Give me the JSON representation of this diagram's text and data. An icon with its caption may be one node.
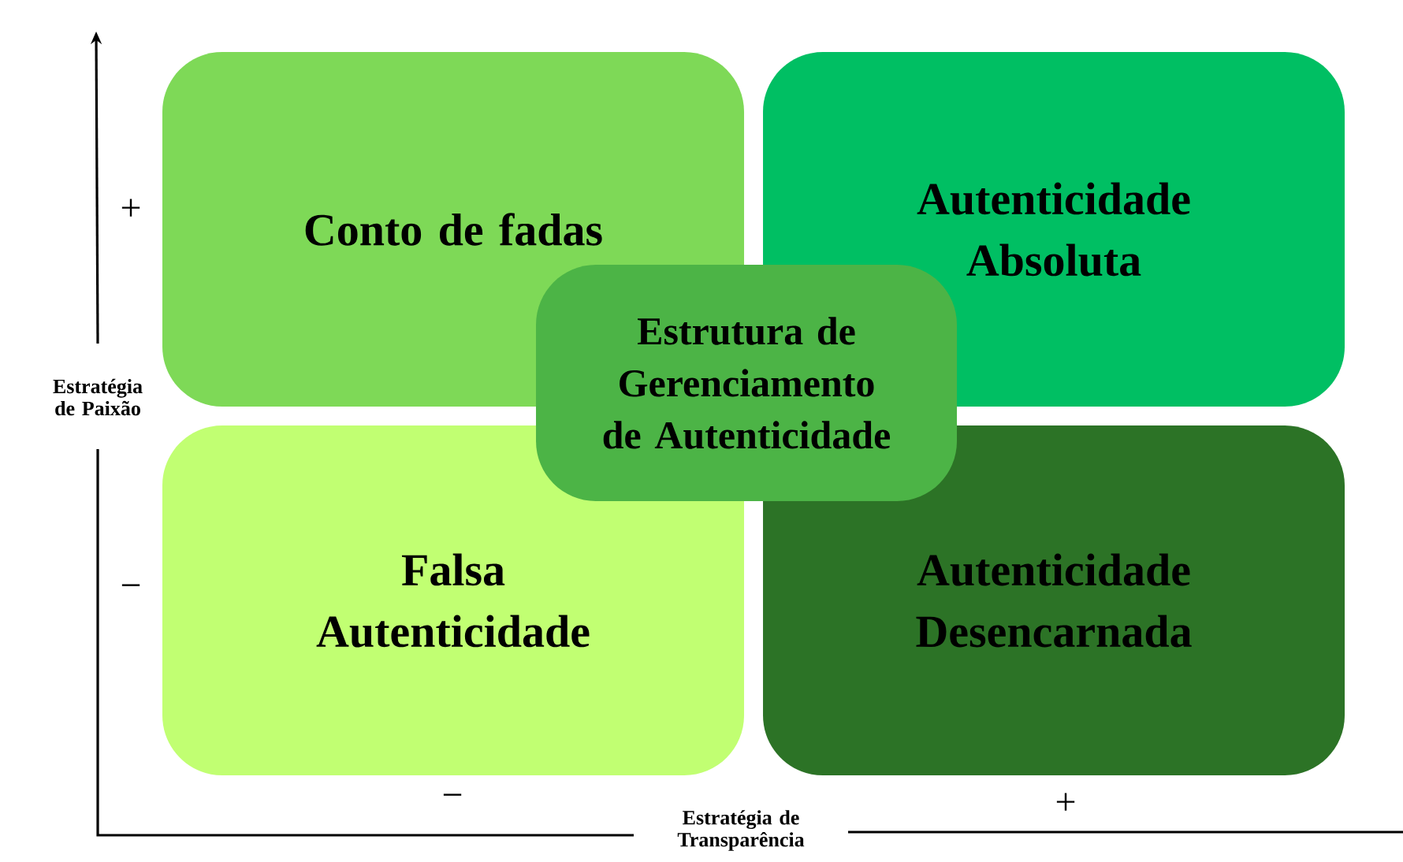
{
  "diagram": {
    "nodes": [
      {
        "text": [
          "Conto de fadas"
        ]
      },
      {
        "text": [
          "Autenticidade Absoluta"
        ]
      },
      {
        "text": [
          "Falsa Autenticidade"
        ]
      },
      {
        "text": [
          "Autenticidade Desencarnada"
        ]
      },
      {
        "text": [
          "Estrutura de Gerenciamento de Autenticidade"
        ]
      }
    ],
    "labels": [
      "+",
      "Estratégia de Paixão",
      "−",
      "−",
      "Estratégia de Transparência",
      "+"
    ]
  }
}
